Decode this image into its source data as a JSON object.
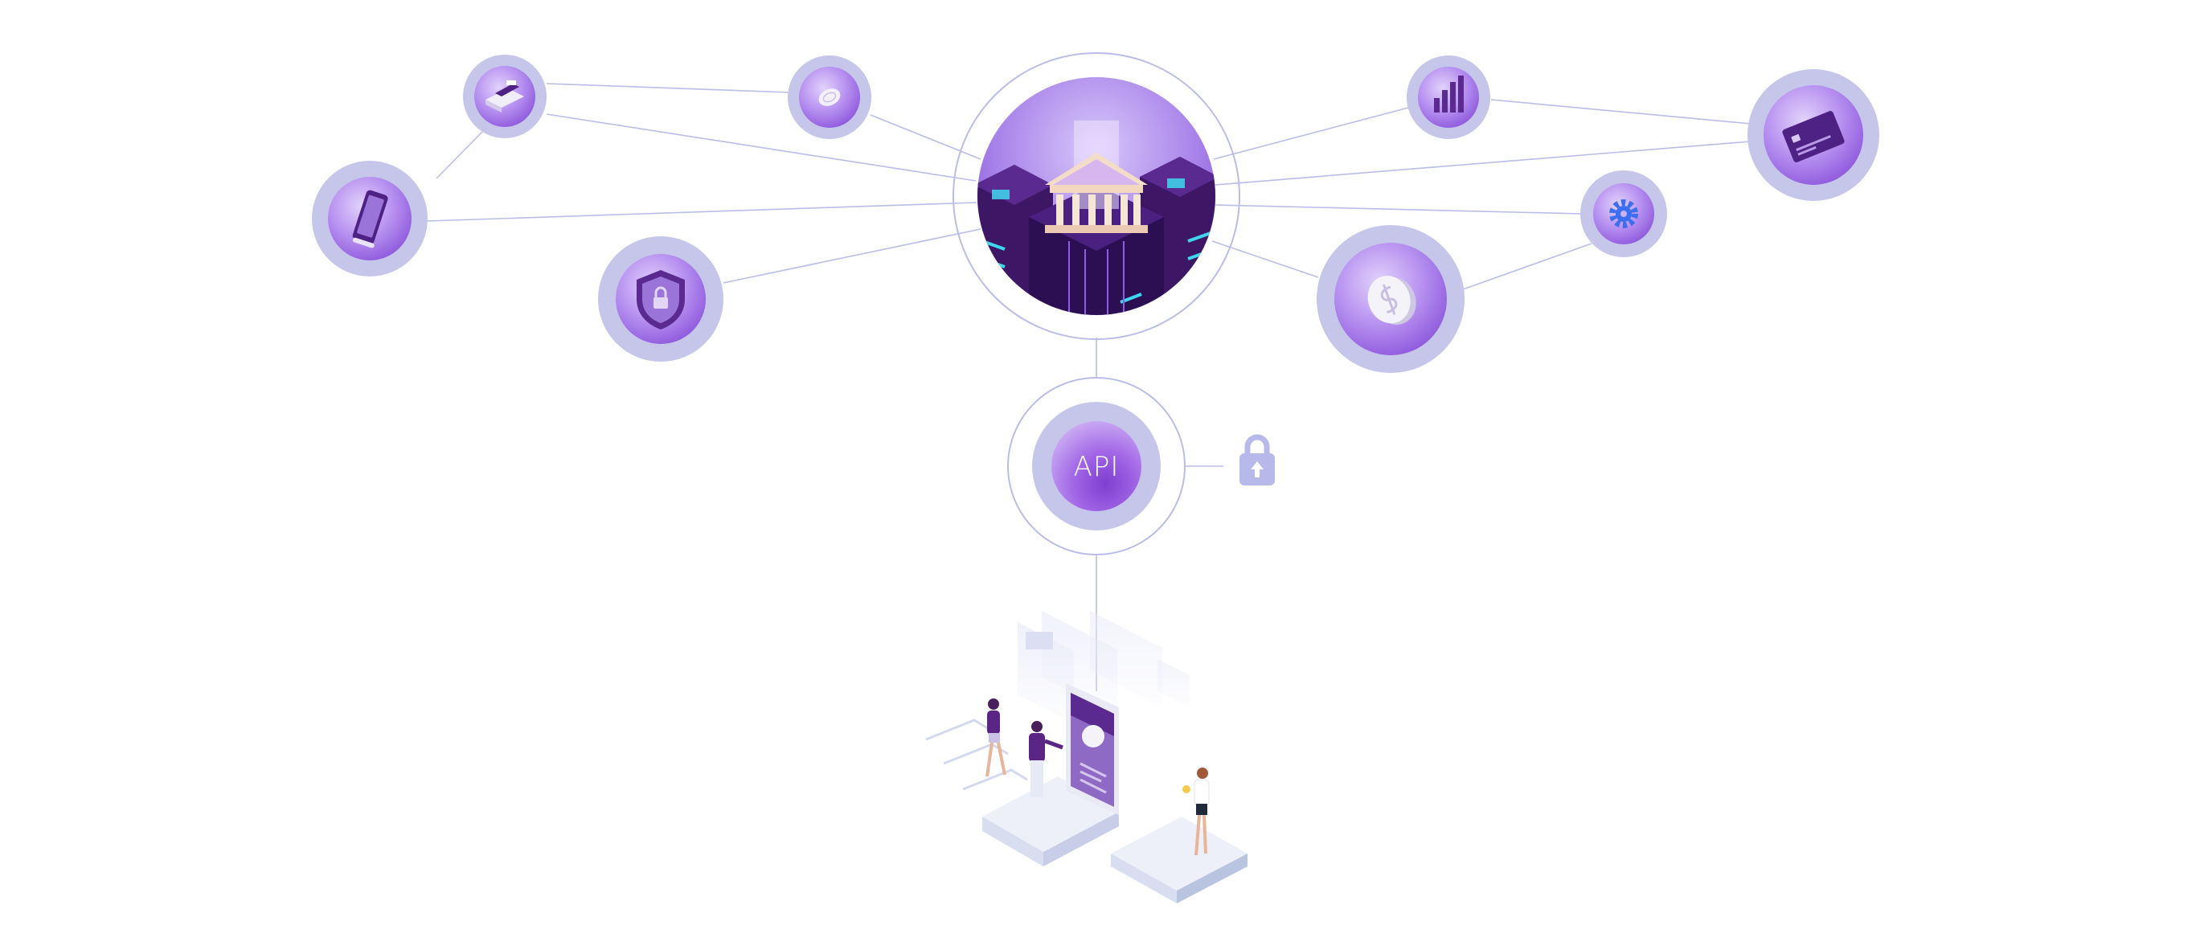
{
  "diagram": {
    "api_label": "API",
    "colors": {
      "line": "#b9bde8",
      "ring_outer": "#c5c6ea",
      "ring_mid": "#b8a6ee",
      "orb_light": "#cbb5f6",
      "orb_deep": "#9a64e2",
      "dark_purple": "#3d1766",
      "accent_cyan": "#3fd7ef",
      "lock": "#b7b9ea"
    },
    "nodes": [
      {
        "id": "bank-hub",
        "icon": "bank-building-icon"
      },
      {
        "id": "api-node",
        "icon": "api-icon"
      },
      {
        "id": "phone-node",
        "icon": "smartphone-icon"
      },
      {
        "id": "card-terminal-node",
        "icon": "card-terminal-icon"
      },
      {
        "id": "coin-small-node",
        "icon": "coin-icon"
      },
      {
        "id": "shield-node",
        "icon": "shield-lock-icon"
      },
      {
        "id": "bar-chart-node",
        "icon": "bar-chart-icon"
      },
      {
        "id": "credit-card-node",
        "icon": "credit-card-icon"
      },
      {
        "id": "gear-node",
        "icon": "gear-icon"
      },
      {
        "id": "dollar-coin-node",
        "icon": "dollar-coin-icon"
      },
      {
        "id": "padlock",
        "icon": "padlock-icon"
      },
      {
        "id": "mobile-app-scene",
        "icon": "people-mobile-app-icon"
      }
    ]
  }
}
